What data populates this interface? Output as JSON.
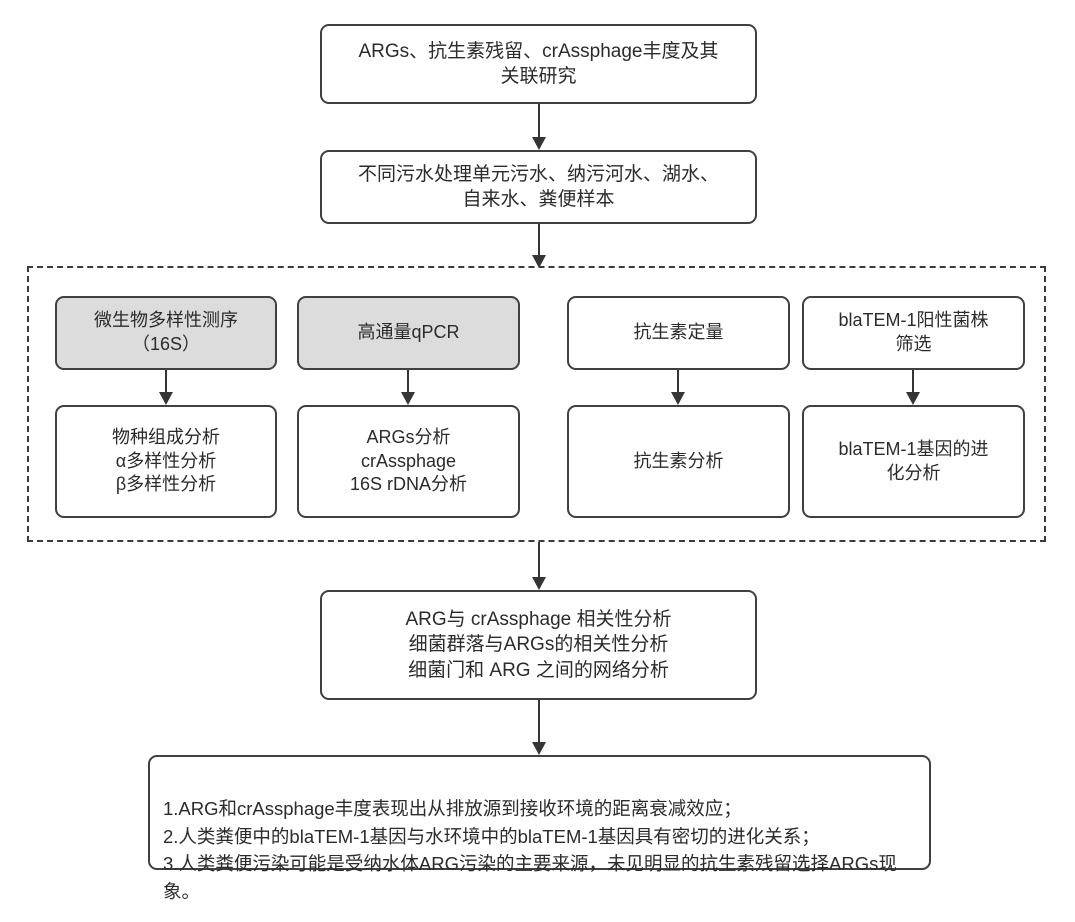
{
  "diagram": {
    "title_flow": "research-workflow-flowchart",
    "colors": {
      "box_border": "#404040",
      "box_fill_white": "#ffffff",
      "box_fill_grey": "#dcdcdc",
      "arrow": "#353535",
      "dashed_border": "#3a3a3a",
      "text": "#2b2b2b"
    },
    "nodes": {
      "topic": "ARGs、抗生素残留、crAssphage丰度及其\n关联研究",
      "samples": "不同污水处理单元污水、纳污河水、湖水、\n自来水、粪便样本",
      "methods": [
        {
          "id": "col1",
          "method": "微生物多样性测序\n（16S）",
          "filled": true,
          "analysis": "物种组成分析\nα多样性分析\nβ多样性分析"
        },
        {
          "id": "col2",
          "method": "高通量qPCR",
          "filled": true,
          "analysis": "ARGs分析\ncrAssphage\n16S rDNA分析"
        },
        {
          "id": "col3",
          "method": "抗生素定量",
          "filled": false,
          "analysis": "抗生素分析"
        },
        {
          "id": "col4",
          "method": "blaTEM-1阳性菌株\n筛选",
          "filled": false,
          "analysis": "blaTEM-1基因的进\n化分析"
        }
      ],
      "correlation": "ARG与 crAssphage 相关性分析\n细菌群落与ARGs的相关性分析\n细菌门和 ARG 之间的网络分析",
      "conclusions": "1.ARG和crAssphage丰度表现出从排放源到接收环境的距离衰减效应；\n2.人类粪便中的blaTEM-1基因与水环境中的blaTEM-1基因具有密切的进化关系；\n3.人类粪便污染可能是受纳水体ARG污染的主要来源，未见明显的抗生素残留选择ARGs现象。"
    }
  }
}
